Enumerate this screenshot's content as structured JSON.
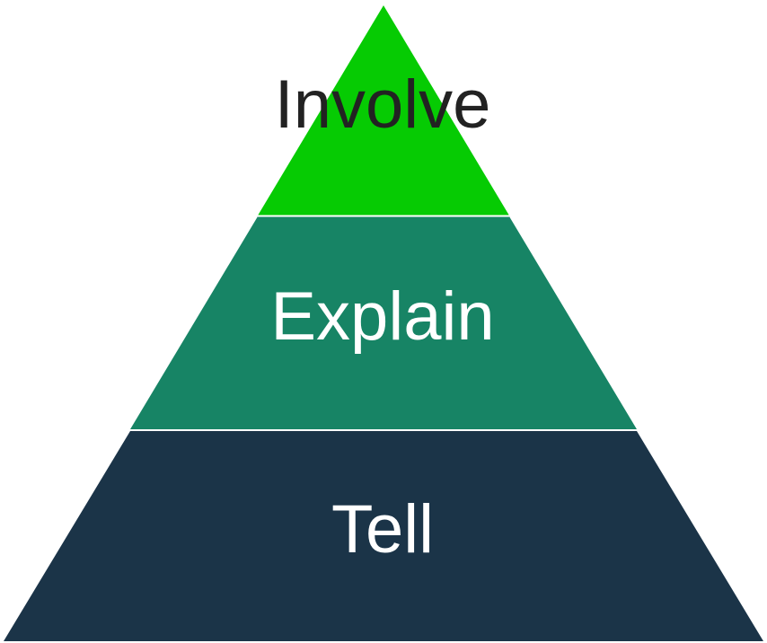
{
  "diagram": {
    "type": "pyramid",
    "tiers": [
      {
        "label": "Involve",
        "fill": "#06CB03",
        "text_color": "#222222"
      },
      {
        "label": "Explain",
        "fill": "#178465",
        "text_color": "#ffffff"
      },
      {
        "label": "Tell",
        "fill": "#1B3448",
        "text_color": "#ffffff"
      }
    ],
    "divider_color": "#ffffff"
  }
}
